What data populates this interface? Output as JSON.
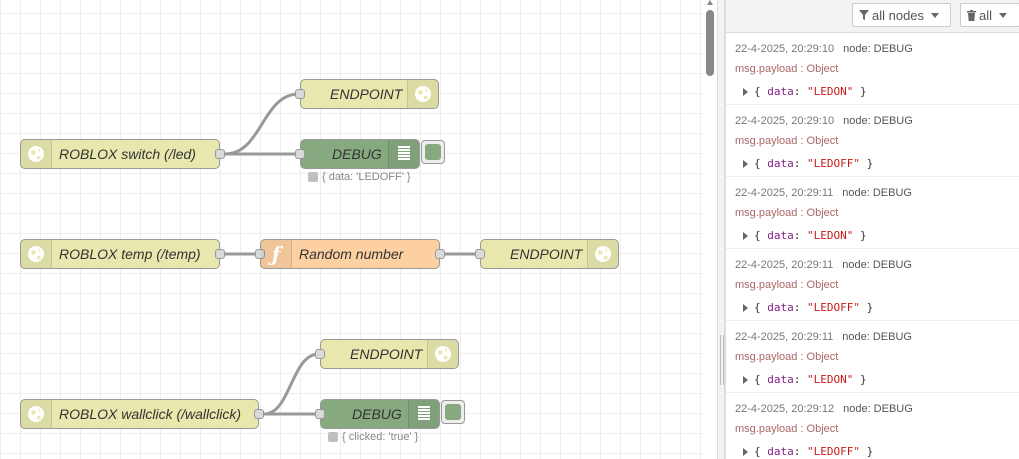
{
  "workspace": {
    "nodes": {
      "roblox_switch": "ROBLOX switch (/led)",
      "endpoint_1": "ENDPOINT",
      "debug_1": "DEBUG",
      "debug_1_status": "{ data: 'LEDOFF' }",
      "roblox_temp": "ROBLOX temp (/temp)",
      "random_number": "Random number",
      "endpoint_2": "ENDPOINT",
      "roblox_wallclick": "ROBLOX wallclick (/wallclick)",
      "endpoint_3": "ENDPOINT",
      "debug_2": "DEBUG",
      "debug_2_status": "{ clicked: 'true' }"
    },
    "icons": {
      "http": "globe-icon",
      "function": "function-icon",
      "debug": "list-icon"
    },
    "colors": {
      "http_node": "#e7e7ae",
      "function_node": "#fdd0a2",
      "debug_node": "#87a980",
      "wire": "#999999"
    }
  },
  "debug_sidebar": {
    "filter_nodes_label": "all nodes",
    "clear_label": "all",
    "messages": [
      {
        "time": "22-4-2025, 20:29:10",
        "node": "node: DEBUG",
        "topic": "msg.payload : Object",
        "key": "data",
        "value": "\"LEDON\""
      },
      {
        "time": "22-4-2025, 20:29:10",
        "node": "node: DEBUG",
        "topic": "msg.payload : Object",
        "key": "data",
        "value": "\"LEDOFF\""
      },
      {
        "time": "22-4-2025, 20:29:11",
        "node": "node: DEBUG",
        "topic": "msg.payload : Object",
        "key": "data",
        "value": "\"LEDON\""
      },
      {
        "time": "22-4-2025, 20:29:11",
        "node": "node: DEBUG",
        "topic": "msg.payload : Object",
        "key": "data",
        "value": "\"LEDOFF\""
      },
      {
        "time": "22-4-2025, 20:29:11",
        "node": "node: DEBUG",
        "topic": "msg.payload : Object",
        "key": "data",
        "value": "\"LEDON\""
      },
      {
        "time": "22-4-2025, 20:29:12",
        "node": "node: DEBUG",
        "topic": "msg.payload : Object",
        "key": "data",
        "value": "\"LEDOFF\""
      }
    ]
  }
}
